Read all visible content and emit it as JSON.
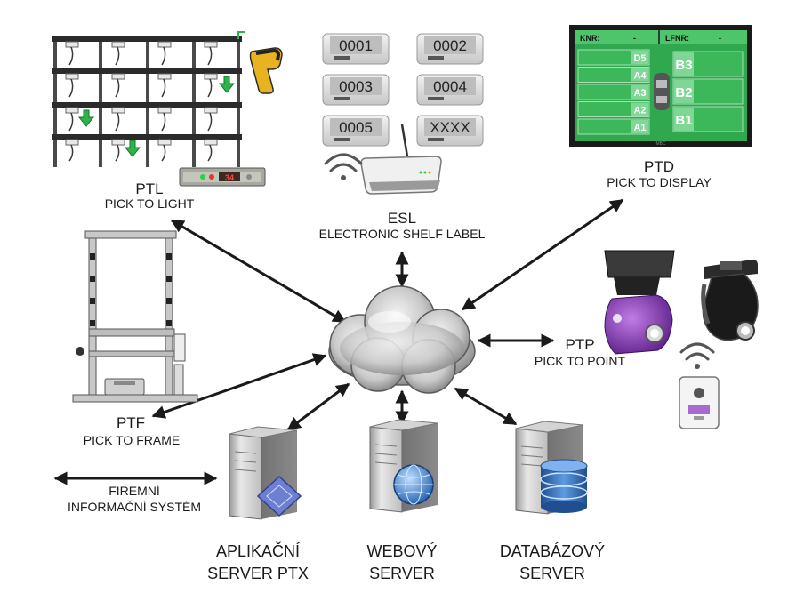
{
  "nodes": {
    "ptl": {
      "title": "PTL",
      "subtitle": "PICK TO LIGHT"
    },
    "esl": {
      "title": "ESL",
      "subtitle": "ELECTRONIC SHELF LABEL"
    },
    "ptd": {
      "title": "PTD",
      "subtitle": "PICK TO DISPLAY"
    },
    "ptp": {
      "title": "PTP",
      "subtitle": "PICK TO POINT"
    },
    "ptf": {
      "title": "PTF",
      "subtitle": "PICK TO FRAME"
    },
    "fis": {
      "line1": "FIREMNÍ",
      "line2": "INFORMAČNÍ SYSTÉM"
    },
    "app_server": {
      "line1": "APLIKAČNÍ",
      "line2": "SERVER PTX"
    },
    "web_server": {
      "line1": "WEBOVÝ",
      "line2": "SERVER"
    },
    "db_server": {
      "line1": "DATABÁZOVÝ",
      "line2": "SERVER"
    }
  },
  "esl_labels": [
    "0001",
    "0002",
    "0003",
    "0004",
    "0005",
    "XXXX"
  ],
  "ptl_display": "34",
  "ptd_screen": {
    "header_left": "KNR:",
    "header_left_value": "-",
    "header_right": "LFNR:",
    "header_right_value": "-",
    "left_slots": [
      "D5",
      "A4",
      "A3",
      "A2",
      "A1"
    ],
    "right_slots": [
      "B3",
      "B2",
      "B1"
    ],
    "brand": "MBC"
  },
  "colors": {
    "arrow": "#1a1a1a",
    "screen_green": "#2fa84f",
    "cloud": "#c9c9c9",
    "arrow_green": "#2db34a"
  }
}
